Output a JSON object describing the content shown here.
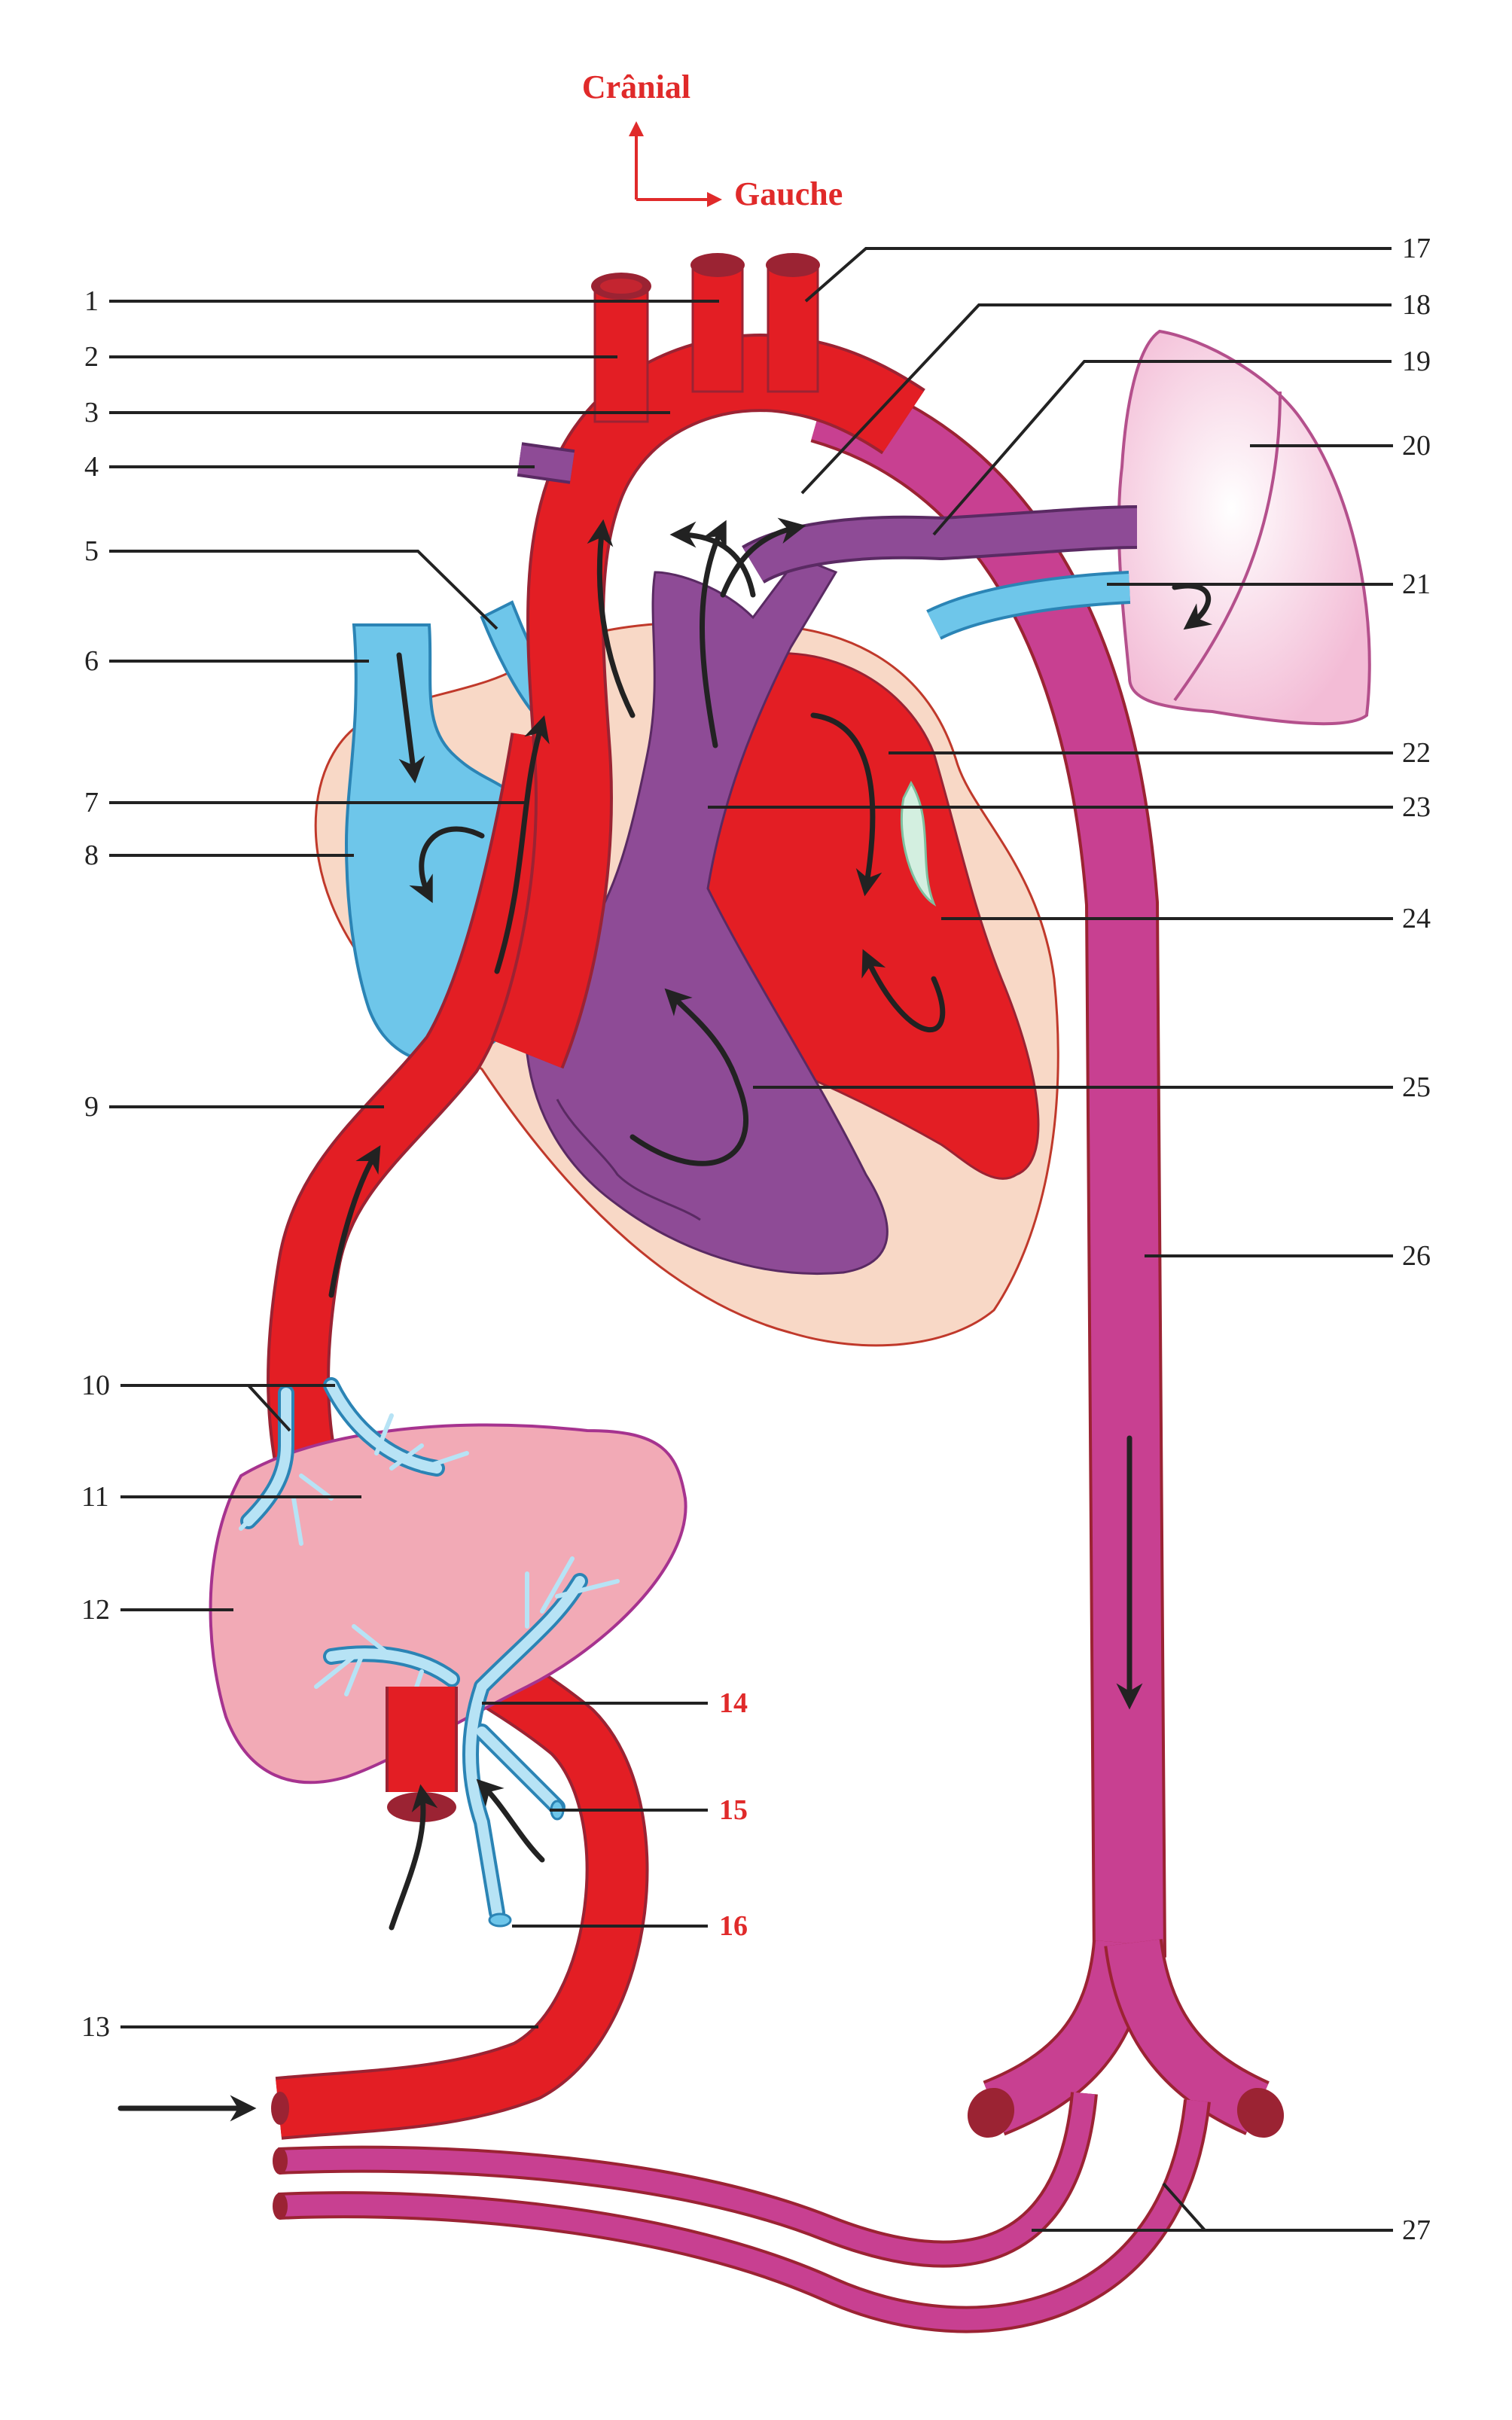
{
  "orientation": {
    "cranial_label": "Crânial",
    "left_label": "Gauche",
    "color": "#e02a2a"
  },
  "labels": [
    "1",
    "2",
    "3",
    "4",
    "5",
    "6",
    "7",
    "8",
    "9",
    "10",
    "11",
    "12",
    "13",
    "14",
    "15",
    "16",
    "17",
    "18",
    "19",
    "20",
    "21",
    "22",
    "23",
    "24",
    "25",
    "26",
    "27"
  ],
  "colors": {
    "oxygenated": "#e31e24",
    "deoxygenated_vein": "#6ec6ea",
    "pulmonary_trunk": "#8e4b96",
    "descending_aorta": "#c84091",
    "pericardium": "#f8d8c6",
    "lung": "#f5c9dd",
    "liver": "#f2aab6",
    "outline": "#9b2333"
  }
}
